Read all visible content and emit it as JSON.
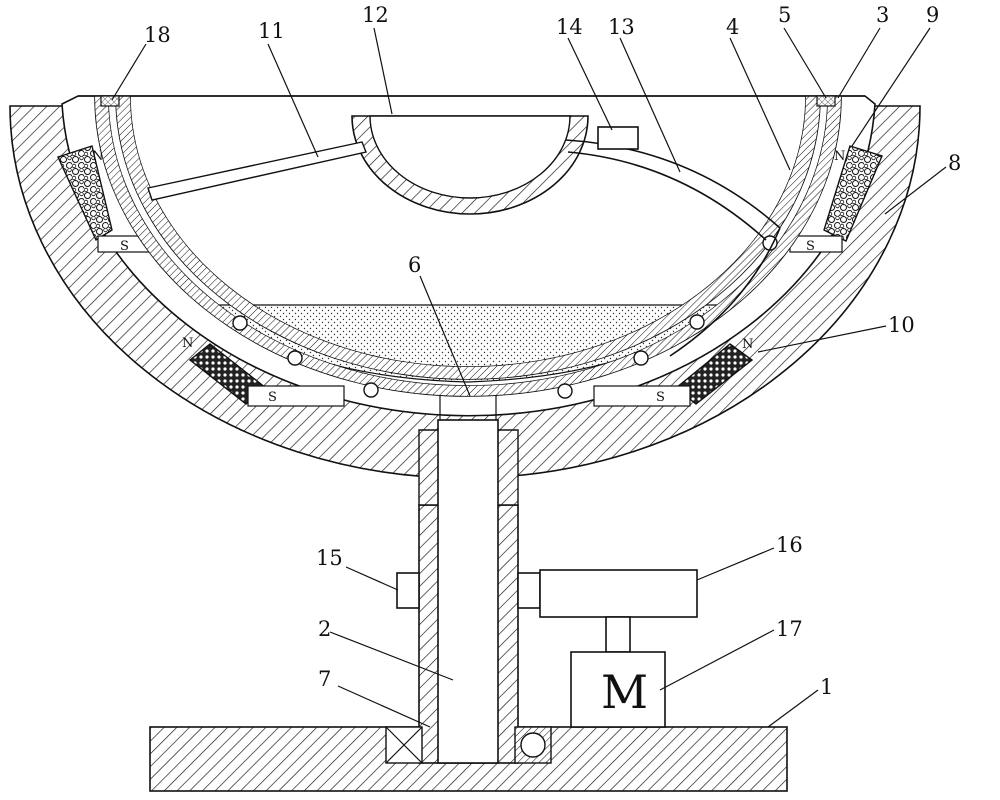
{
  "diagram": {
    "callouts": [
      "18",
      "11",
      "12",
      "14",
      "13",
      "4",
      "5",
      "3",
      "9",
      "8",
      "6",
      "10",
      "15",
      "16",
      "2",
      "17",
      "7",
      "1"
    ],
    "pole_north": "N",
    "pole_south": "S",
    "motor_symbol": "M"
  }
}
